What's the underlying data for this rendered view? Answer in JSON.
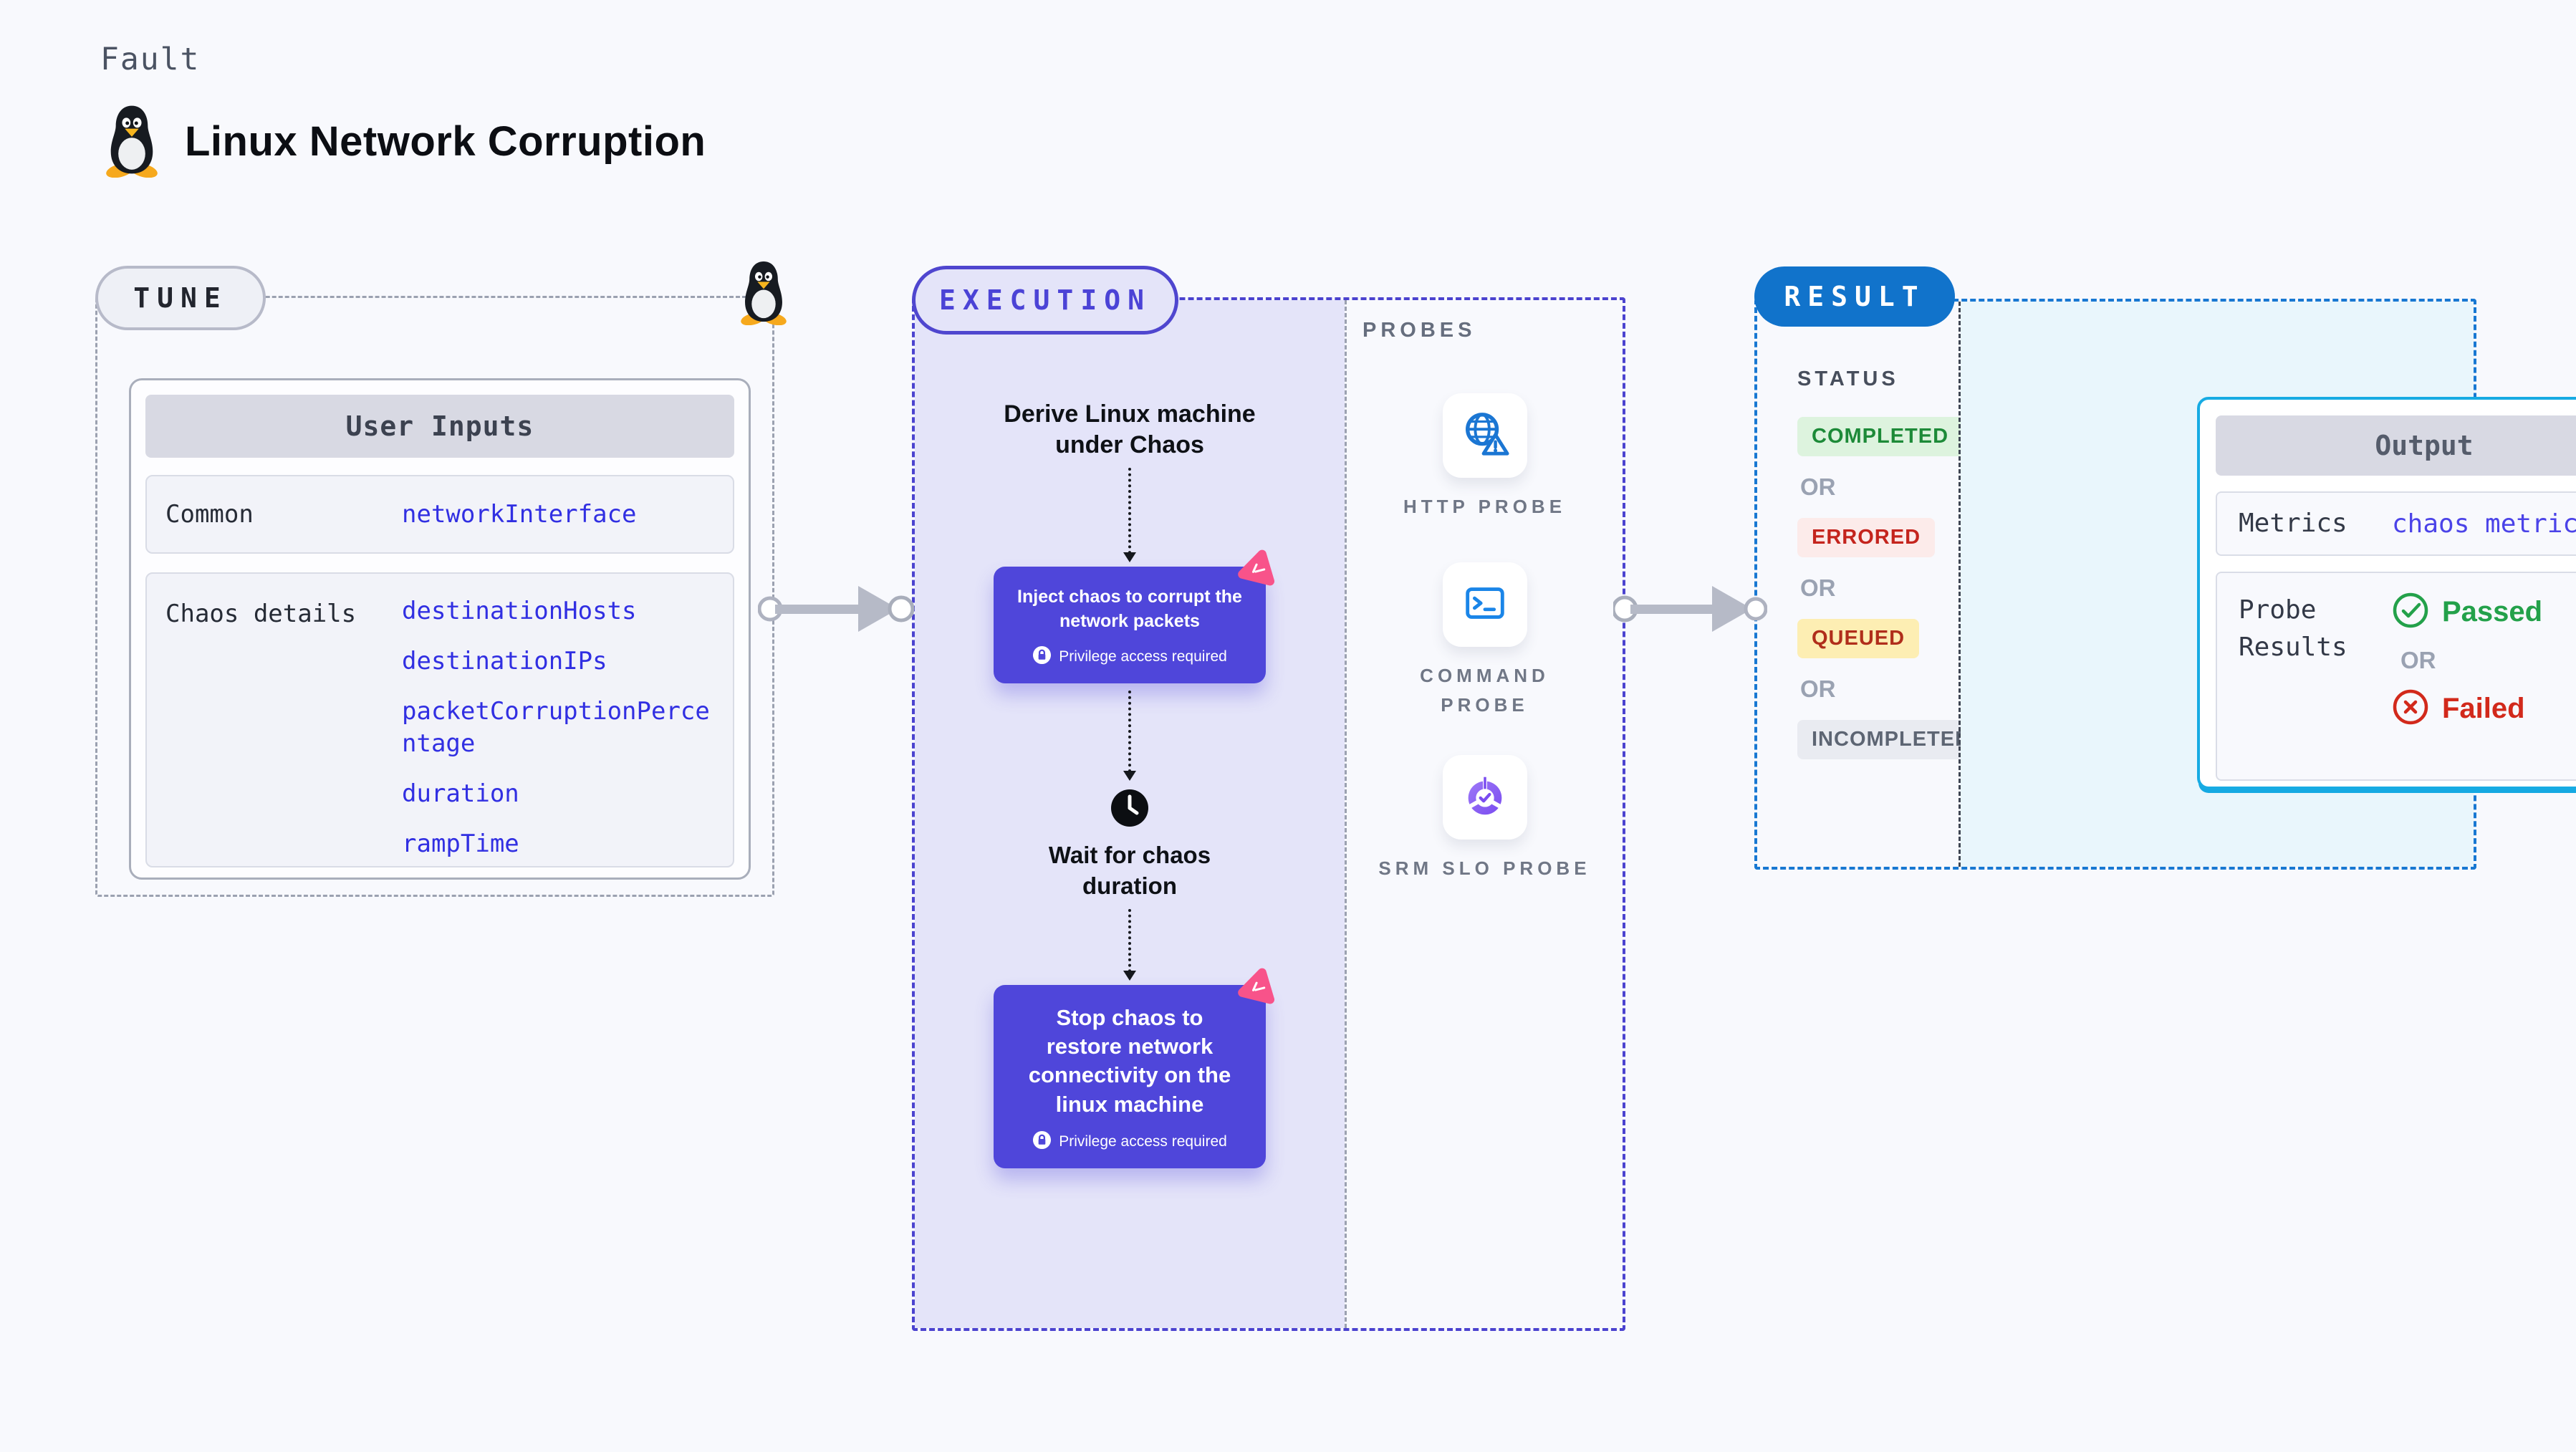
{
  "header": {
    "eyebrow": "Fault",
    "title": "Linux Network Corruption"
  },
  "tune": {
    "pill": "TUNE",
    "table": {
      "header": "User Inputs",
      "rows": [
        {
          "label": "Common",
          "values": [
            "networkInterface"
          ]
        },
        {
          "label": "Chaos details",
          "values": [
            "destinationHosts",
            "destinationIPs",
            "packetCorruptionPercentage",
            "duration",
            "rampTime"
          ]
        }
      ]
    }
  },
  "execution": {
    "pill": "EXECUTION",
    "steps": {
      "derive": "Derive Linux machine under Chaos",
      "inject": "Inject chaos to corrupt the network packets",
      "wait": "Wait for chaos duration",
      "stop": "Stop chaos to restore network connectivity on the linux machine"
    },
    "privilege_note": "Privilege access required"
  },
  "probes": {
    "heading": "PROBES",
    "items": [
      {
        "label": "HTTP PROBE",
        "icon": "globe-warning-icon"
      },
      {
        "label": "COMMAND PROBE",
        "icon": "terminal-icon"
      },
      {
        "label": "SRM SLO PROBE",
        "icon": "slo-donut-icon"
      }
    ]
  },
  "result": {
    "pill": "RESULT",
    "status_heading": "STATUS",
    "or_label": "OR",
    "statuses": [
      {
        "label": "COMPLETED",
        "fg": "#1d8a38",
        "bg": "#ddf3de"
      },
      {
        "label": "ERRORED",
        "fg": "#c4241d",
        "bg": "#fcebea"
      },
      {
        "label": "QUEUED",
        "fg": "#b02e1b",
        "bg": "#fdeeb3"
      },
      {
        "label": "INCOMPLETED",
        "fg": "#5d6573",
        "bg": "#e9ebf1"
      }
    ],
    "output": {
      "header": "Output",
      "metrics_label": "Metrics",
      "metrics_value": "chaos metrics",
      "probe_results_label": "Probe Results",
      "passed": "Passed",
      "failed": "Failed"
    }
  },
  "colors": {
    "page_bg": "#f8f9fd",
    "tune_dash": "#9ba1b0",
    "execution_accent": "#4f46cf",
    "execution_panel": "#e4e4f9",
    "node_bg": "#4f46da",
    "chaos_pink": "#f8538a",
    "result_accent": "#1173cb",
    "result_dash": "#1878d2",
    "output_border": "#17abe3",
    "cyan_panel": "#e9f6fc",
    "code_blue": "#312fe2",
    "passed_green": "#23a14a",
    "failed_red": "#d2291b"
  }
}
